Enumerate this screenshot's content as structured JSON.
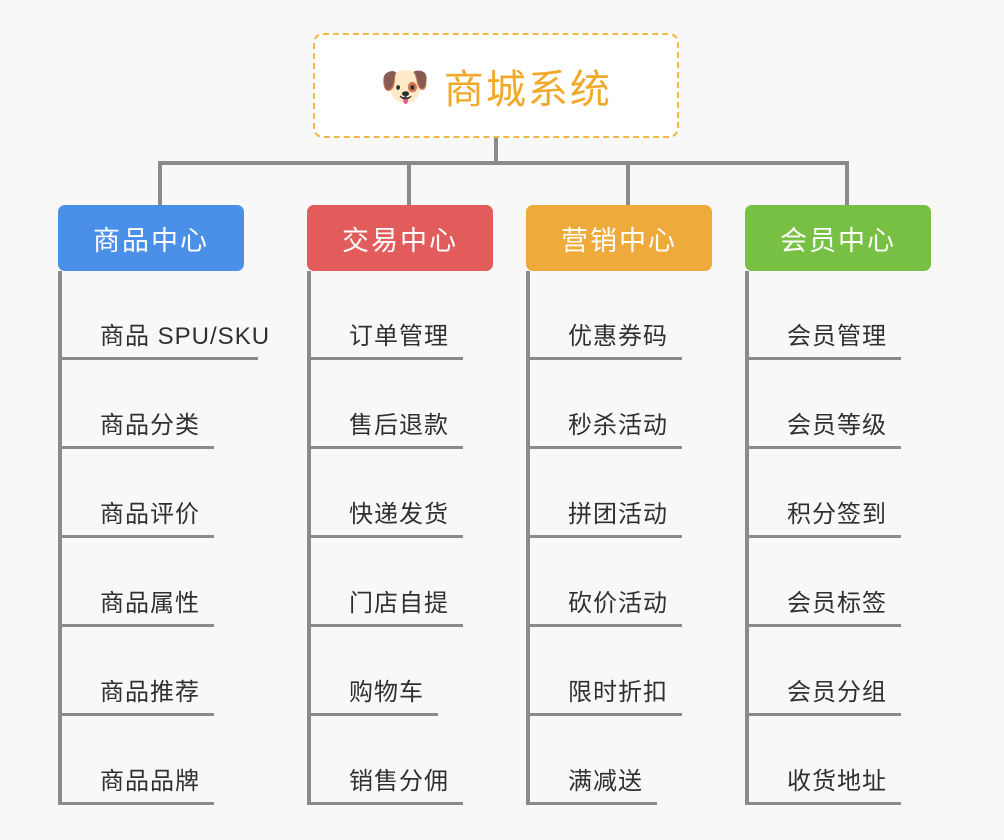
{
  "background_color": "#f8f8f8",
  "root": {
    "icon": "dog-face-emoji",
    "icon_glyph": "🐶",
    "title": "商城系统",
    "border_color": "#f2b844",
    "text_color": "#f0a92a"
  },
  "connector_color": "#8b8b8b",
  "branches": [
    {
      "label": "商品中心",
      "color": "#4a90e8",
      "items": [
        "商品 SPU/SKU",
        "商品分类",
        "商品评价",
        "商品属性",
        "商品推荐",
        "商品品牌"
      ]
    },
    {
      "label": "交易中心",
      "color": "#e25c5c",
      "items": [
        "订单管理",
        "售后退款",
        "快递发货",
        "门店自提",
        "购物车",
        "销售分佣"
      ]
    },
    {
      "label": "营销中心",
      "color": "#eeab3c",
      "items": [
        "优惠券码",
        "秒杀活动",
        "拼团活动",
        "砍价活动",
        "限时折扣",
        "满减送"
      ]
    },
    {
      "label": "会员中心",
      "color": "#78c043",
      "items": [
        "会员管理",
        "会员等级",
        "积分签到",
        "会员标签",
        "会员分组",
        "收货地址"
      ]
    }
  ]
}
